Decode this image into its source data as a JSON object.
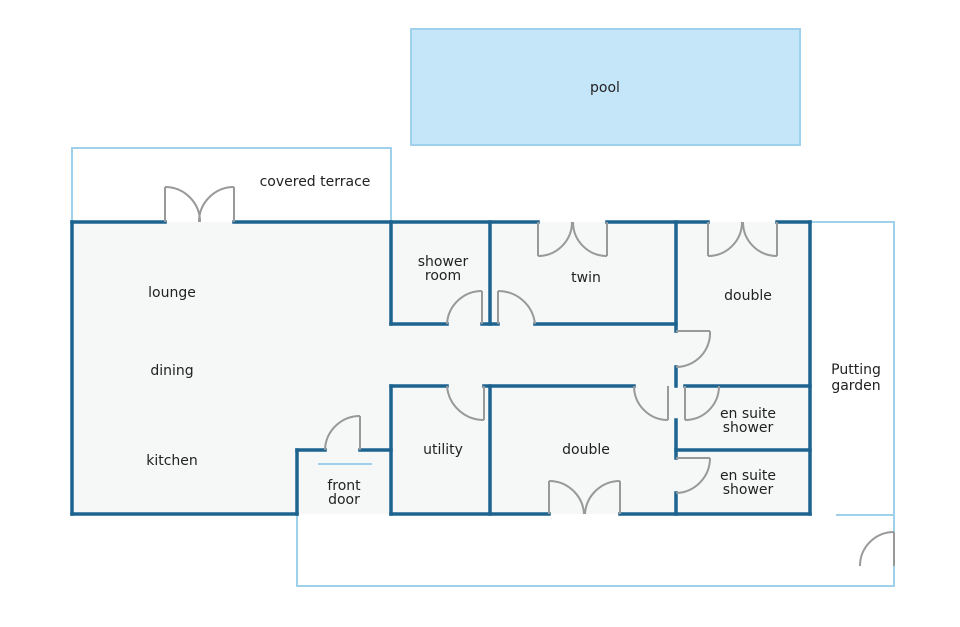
{
  "colors": {
    "pool_fill": "#c5e5f8",
    "pool_stroke": "#9fd0ec",
    "outer_outline": "#9fd0ec",
    "wall": "#1d6390",
    "floor": "#f6f7f7",
    "door": "#999999",
    "text": "#222222"
  },
  "areas": {
    "pool": "pool",
    "covered_terrace": "covered terrace",
    "putting_garden_line1": "Putting",
    "putting_garden_line2": "garden"
  },
  "rooms": {
    "lounge": "lounge",
    "dining": "dining",
    "kitchen": "kitchen",
    "shower_room_line1": "shower",
    "shower_room_line2": "room",
    "twin": "twin",
    "double_upper": "double",
    "utility": "utility",
    "double_lower": "double",
    "en_suite_upper_line1": "en suite",
    "en_suite_upper_line2": "shower",
    "en_suite_lower_line1": "en suite",
    "en_suite_lower_line2": "shower",
    "front_door_line1": "front",
    "front_door_line2": "door"
  },
  "icons": {
    "door": "door-swing-icon",
    "double_door": "double-door-swing-icon"
  }
}
